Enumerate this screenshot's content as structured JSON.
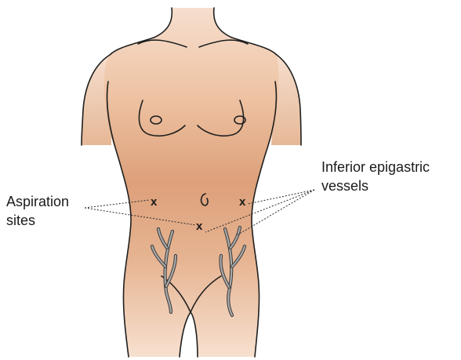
{
  "labels": {
    "aspiration_line1": "Aspiration",
    "aspiration_line2": "sites",
    "vessels_line1": "Inferior epigastric",
    "vessels_line2": "vessels"
  },
  "marks": {
    "symbol": "x"
  },
  "colors": {
    "skin_light": "#f6dcc8",
    "skin_mid": "#e7b38e",
    "skin_dark": "#d39a70",
    "outline": "#1f1f1f",
    "vessel": "#a9a9a9"
  }
}
